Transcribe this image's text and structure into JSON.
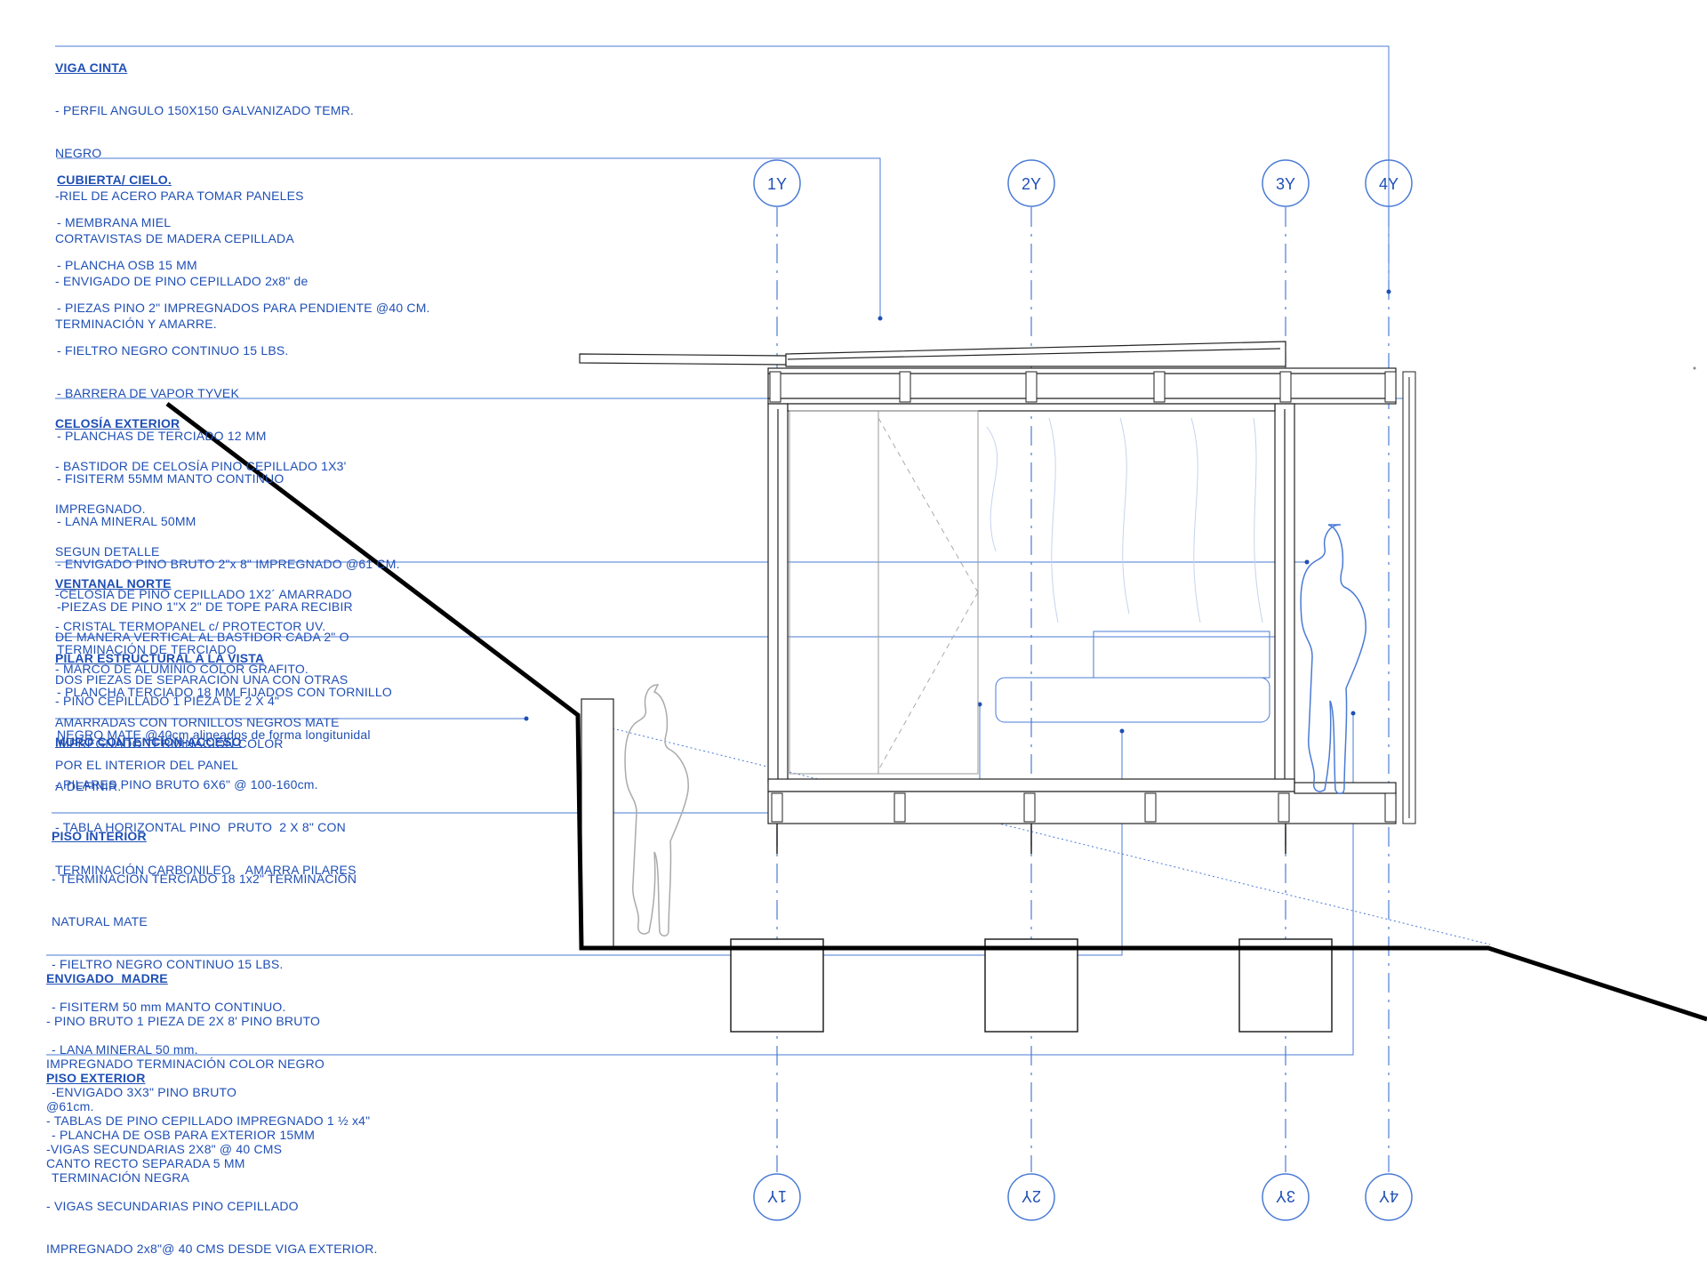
{
  "annotations": [
    {
      "id": "viga-cinta",
      "title": "VIGA CINTA",
      "lines": [
        "- PERFIL ANGULO 150X150 GALVANIZADO TEMR.",
        "NEGRO",
        "-RIEL DE ACERO PARA TOMAR PANELES",
        "CORTAVISTAS DE MADERA CEPILLADA",
        "- ENVIGADO DE PINO CEPILLADO 2x8\" de",
        "TERMINACIÓN Y AMARRE."
      ]
    },
    {
      "id": "cubierta",
      "title": "CUBIERTA/ CIELO.",
      "lines": [
        "- MEMBRANA MIEL",
        "- PLANCHA OSB 15 MM",
        "- PIEZAS PINO 2\" IMPREGNADOS PARA PENDIENTE @40 CM.",
        "- FIELTRO NEGRO CONTINUO 15 LBS.",
        "- BARRERA DE VAPOR TYVEK",
        "- PLANCHAS DE TERCIADO 12 MM",
        "- FISITERM 55MM MANTO CONTINUO",
        "- LANA MINERAL 50MM",
        "- ENVIGADO PINO BRUTO 2\"x 8\" IMPREGNADO @61 CM.",
        "-PIEZAS DE PINO 1\"X 2\" DE TOPE PARA RECIBIR",
        "TERMINACIÓN DE TERCIADO",
        "- PLANCHA TERCIADO 18 MM FIJADOS CON TORNILLO",
        "NEGRO MATE @40cm alineados de forma longitunidal"
      ]
    },
    {
      "id": "celosia",
      "title": "CELOSÍA EXTERIOR",
      "lines": [
        "- BASTIDOR DE CELOSÍA PINO CEPILLADO 1X3'",
        "IMPREGNADO.",
        "SEGUN DETALLE",
        "-CELOSÍA DE PINO CEPILLADO 1X2´ AMARRADO",
        "DE MANERA VERTICAL AL BASTIDOR CADA 2\" O",
        "DOS PIEZAS DE SEPARACIÓN UNA CON OTRAS",
        "AMARRADAS CON TORNILLOS NEGROS MATE",
        "POR EL INTERIOR DEL PANEL"
      ]
    },
    {
      "id": "ventanal",
      "title": "VENTANAL NORTE",
      "lines": [
        "- CRISTAL TERMOPANEL c/ PROTECTOR UV.",
        "- MARCO DE ALUMINIO COLOR GRAFITO."
      ]
    },
    {
      "id": "pilar",
      "title": "PILAR ESTRUCTURAL A LA VISTA",
      "lines": [
        "- PINO CEPILLADO 1 PIEZA DE 2 X 4\"",
        "IMPREGNADO TERMINACIÓN COLOR",
        "A DEFINIR."
      ]
    },
    {
      "id": "muro",
      "title": "MURO CONTENCIÓN-ACCESO",
      "lines": [
        "- PILARES PINO BRUTO 6X6\" @ 100-160cm.",
        "- TABLA HORIZONTAL PINO  PRUTO  2 X 8\" CON",
        "TERMINACIÓN CARBONILEO    AMARRA PILARES"
      ]
    },
    {
      "id": "piso-interior",
      "title": "PISO INTERIOR",
      "lines": [
        "- TERMINACIÓN TERCIADO 18 1x2\" TERMINACIÓN",
        "NATURAL MATE",
        "- FIELTRO NEGRO CONTINUO 15 LBS.",
        "- FISITERM 50 mm MANTO CONTINUO.",
        "- LANA MINERAL 50 mm.",
        "-ENVIGADO 3X3\" PINO BRUTO",
        "- PLANCHA DE OSB PARA EXTERIOR 15MM",
        "TERMINACIÓN NEGRA"
      ]
    },
    {
      "id": "envigado",
      "title": "ENVIGADO  MADRE",
      "lines": [
        "- PINO BRUTO 1 PIEZA DE 2X 8' PINO BRUTO",
        "IMPREGNADO TERMINACIÓN COLOR NEGRO",
        "@61cm.",
        "-VIGAS SECUNDARIAS 2X8\" @ 40 CMS"
      ]
    },
    {
      "id": "piso-exterior",
      "title": "PISO EXTERIOR",
      "lines": [
        "- TABLAS DE PINO CEPILLADO IMPREGNADO 1 ½ x4\"",
        "CANTO RECTO SEPARADA 5 MM",
        "- VIGAS SECUNDARIAS PINO CEPILLADO",
        "IMPREGNADO 2x8\"@ 40 CMS DESDE VIGA EXTERIOR."
      ]
    }
  ],
  "grid_labels": [
    "1Y",
    "2Y",
    "3Y",
    "4Y"
  ],
  "colors": {
    "annotation": "#1f4fb5",
    "structure": "#222222",
    "terrain": "#000000",
    "guide": "#4a7bd6"
  }
}
